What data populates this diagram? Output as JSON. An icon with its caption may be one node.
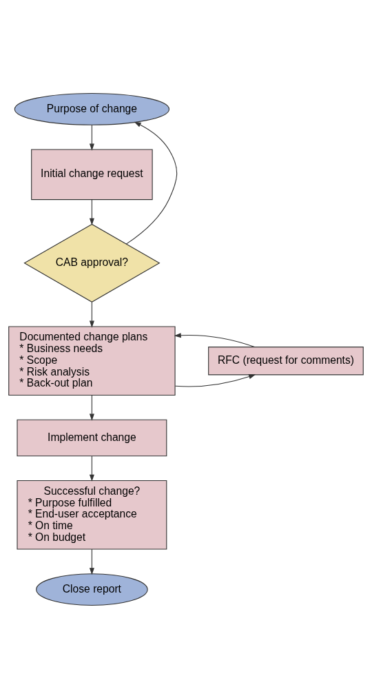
{
  "diagram": {
    "nodes": [
      {
        "text": [
          "Purpose of change"
        ]
      },
      {
        "text": [
          "Initial change request"
        ]
      },
      {
        "text": [
          "CAB approval?"
        ]
      },
      {
        "text": [
          "Documented change plans",
          "* Business needs",
          "* Scope",
          "* Risk analysis",
          "* Back-out plan"
        ]
      },
      {
        "text": [
          "RFC (request for comments)"
        ]
      },
      {
        "text": [
          "Implement change"
        ]
      },
      {
        "text": [
          "Successful change?",
          "* Purpose fulfilled",
          "* End-user acceptance",
          "* On time",
          "* On budget"
        ]
      },
      {
        "text": [
          "Close report"
        ]
      }
    ],
    "edges": [
      {
        "from": 0,
        "to": 1,
        "arrow": "to"
      },
      {
        "from": 1,
        "to": 2,
        "arrow": "to"
      },
      {
        "from": 2,
        "to": 0,
        "arrow": "to"
      },
      {
        "from": 2,
        "to": 3,
        "arrow": "to"
      },
      {
        "from": 3,
        "to": 4,
        "arrow": "to"
      },
      {
        "from": 4,
        "to": 3,
        "arrow": "to"
      },
      {
        "from": 3,
        "to": 5,
        "arrow": "to"
      },
      {
        "from": 5,
        "to": 6,
        "arrow": "to"
      },
      {
        "from": 6,
        "to": 7,
        "arrow": "to"
      }
    ]
  }
}
